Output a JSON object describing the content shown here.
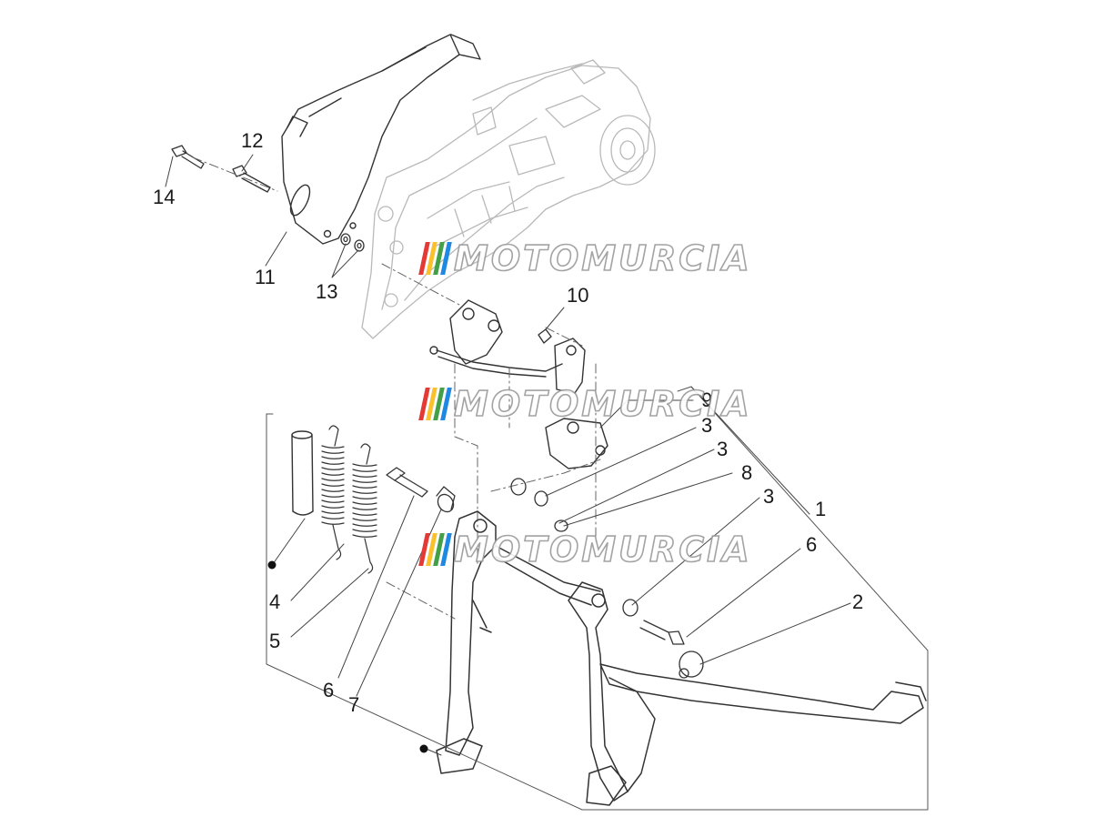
{
  "diagram": {
    "callouts": [
      "1",
      "2",
      "3",
      "3",
      "3",
      "4",
      "5",
      "6",
      "6",
      "7",
      "8",
      "9",
      "10",
      "11",
      "12",
      "13",
      "14"
    ]
  },
  "watermark": {
    "text": "MOTOMURCIA",
    "stripe_colors": [
      "#e53935",
      "#fbc02d",
      "#43a047",
      "#1e88e5"
    ]
  },
  "colors": {
    "line": "#333333",
    "ghost": "#b9b9b9",
    "leader": "#444444"
  }
}
